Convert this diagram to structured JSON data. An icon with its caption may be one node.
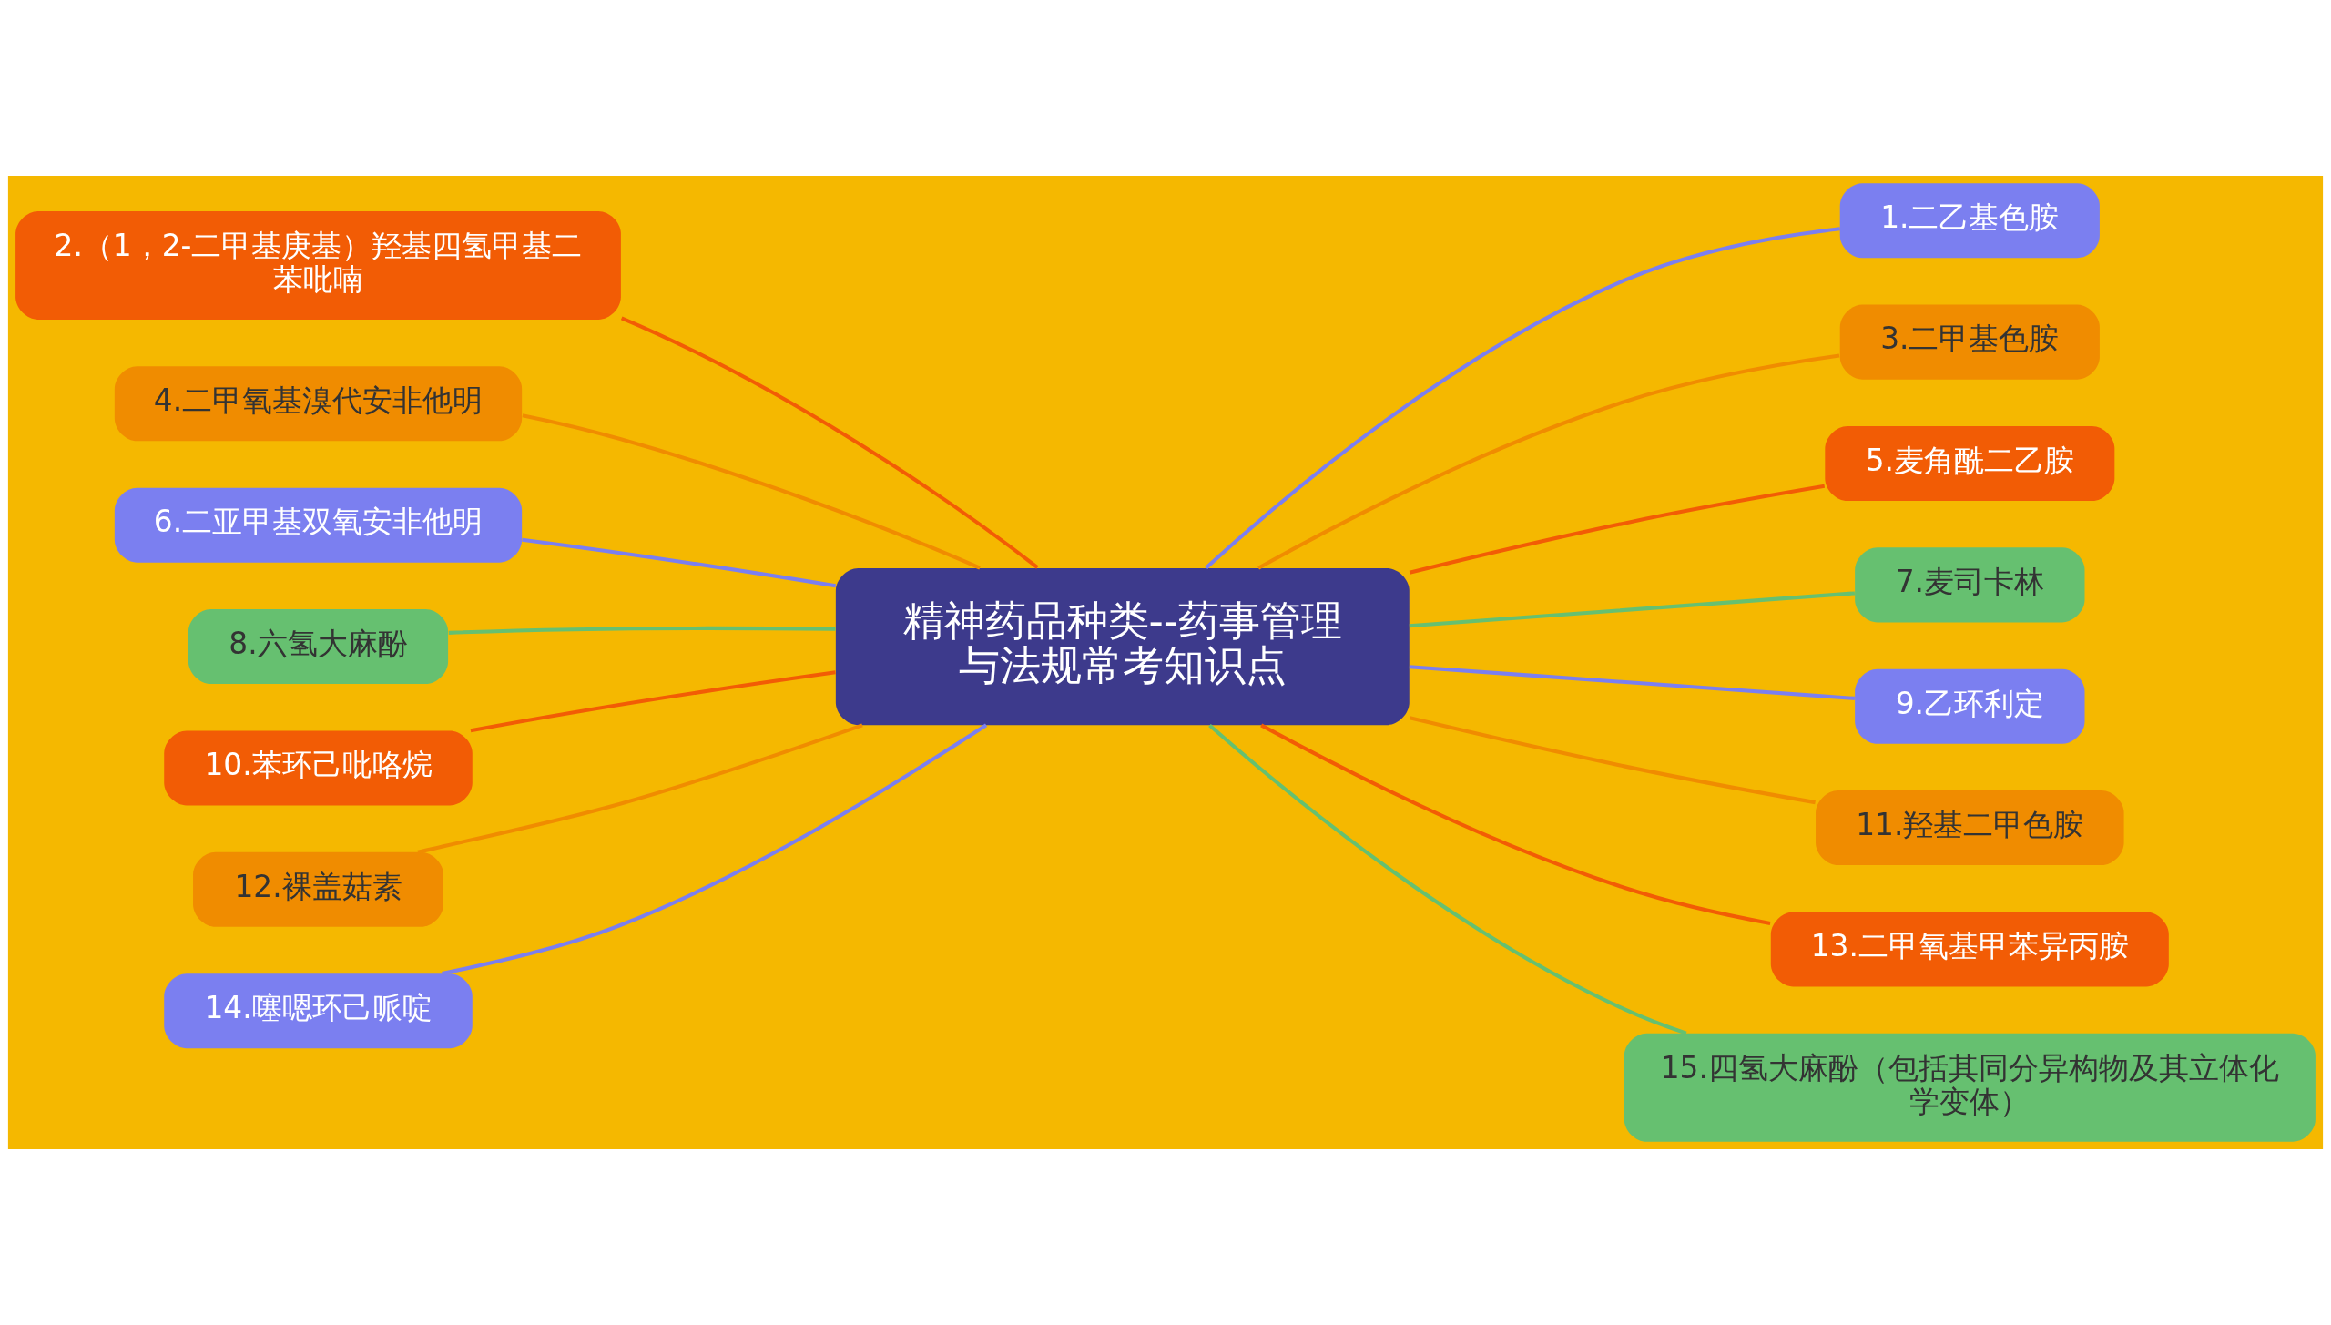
{
  "diagram": {
    "nodes": [
      {
        "text": [
          "精神药品种类--药事管理与法规常考知识点"
        ]
      },
      {
        "text": [
          "1.二乙基色胺"
        ]
      },
      {
        "text": [
          "2.（1，2-二甲基庚基）羟基四氢甲基二苯吡喃"
        ]
      },
      {
        "text": [
          "3.二甲基色胺"
        ]
      },
      {
        "text": [
          "4.二甲氧基溴代安非他明"
        ]
      },
      {
        "text": [
          "5.麦角酰二乙胺"
        ]
      },
      {
        "text": [
          "6.二亚甲基双氧安非他明"
        ]
      },
      {
        "text": [
          "7.麦司卡林"
        ]
      },
      {
        "text": [
          "8.六氢大麻酚"
        ]
      },
      {
        "text": [
          "9.乙环利定"
        ]
      },
      {
        "text": [
          "10.苯环己吡咯烷"
        ]
      },
      {
        "text": [
          "11.羟基二甲色胺"
        ]
      },
      {
        "text": [
          "12.裸盖菇素"
        ]
      },
      {
        "text": [
          "13.二甲氧基甲苯异丙胺"
        ]
      },
      {
        "text": [
          "14.噻嗯环己哌啶"
        ]
      },
      {
        "text": [
          "15.四氢大麻酚（包括其同分异构物及其立体化学变体）"
        ]
      }
    ],
    "edges": [
      {
        "from": 0,
        "to": 1,
        "arrow": "none",
        "color": "#7b7ff0"
      },
      {
        "from": 0,
        "to": 2,
        "arrow": "none",
        "color": "#f25c05"
      },
      {
        "from": 0,
        "to": 3,
        "arrow": "none",
        "color": "#f08c00"
      },
      {
        "from": 0,
        "to": 4,
        "arrow": "none",
        "color": "#f08c00"
      },
      {
        "from": 0,
        "to": 5,
        "arrow": "none",
        "color": "#f25c05"
      },
      {
        "from": 0,
        "to": 6,
        "arrow": "none",
        "color": "#7b7ff0"
      },
      {
        "from": 0,
        "to": 7,
        "arrow": "none",
        "color": "#66c070"
      },
      {
        "from": 0,
        "to": 8,
        "arrow": "none",
        "color": "#66c070"
      },
      {
        "from": 0,
        "to": 9,
        "arrow": "none",
        "color": "#7b7ff0"
      },
      {
        "from": 0,
        "to": 10,
        "arrow": "none",
        "color": "#f25c05"
      },
      {
        "from": 0,
        "to": 11,
        "arrow": "none",
        "color": "#f08c00"
      },
      {
        "from": 0,
        "to": 12,
        "arrow": "none",
        "color": "#f08c00"
      },
      {
        "from": 0,
        "to": 13,
        "arrow": "none",
        "color": "#f25c05"
      },
      {
        "from": 0,
        "to": 14,
        "arrow": "none",
        "color": "#7b7ff0"
      },
      {
        "from": 0,
        "to": 15,
        "arrow": "none",
        "color": "#66c070"
      }
    ]
  }
}
